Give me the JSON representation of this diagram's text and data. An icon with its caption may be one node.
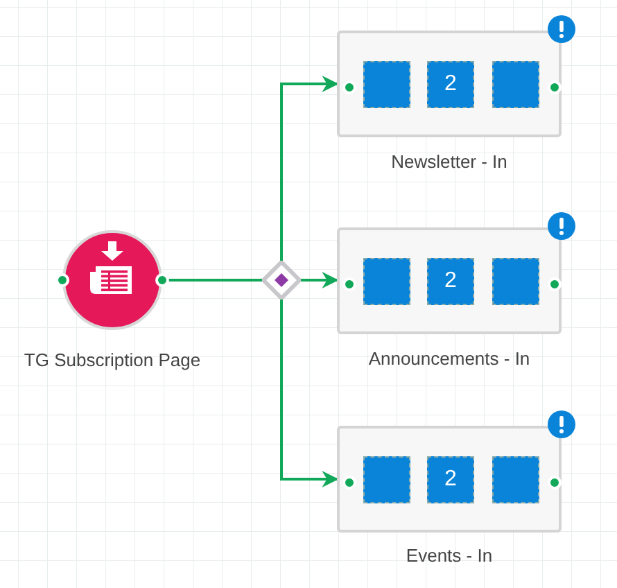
{
  "diagram": {
    "nodes": [
      {
        "text": [
          "TG Subscription Page"
        ]
      },
      {
        "text": [],
        "shape": "diamond"
      },
      {
        "text": [
          "Newsletter - In"
        ]
      },
      {
        "text": [],
        "shape": "box",
        "in": 2
      },
      {
        "text": [
          "2"
        ],
        "in": 2
      },
      {
        "text": [],
        "shape": "box",
        "in": 2
      },
      {
        "text": [
          "Announcements - In"
        ]
      },
      {
        "text": [],
        "shape": "box",
        "in": 6
      },
      {
        "text": [
          "2"
        ],
        "in": 6
      },
      {
        "text": [],
        "shape": "box",
        "in": 6
      },
      {
        "text": [
          "Events - In"
        ]
      },
      {
        "text": [],
        "shape": "box",
        "in": 10
      },
      {
        "text": [
          "2"
        ],
        "in": 10
      },
      {
        "text": [],
        "shape": "box",
        "in": 10
      }
    ],
    "edges": [
      {
        "from": 0,
        "to": 1,
        "arrow": "none"
      },
      {
        "from": 1,
        "to": 2,
        "arrow": "to"
      },
      {
        "from": 1,
        "to": 6,
        "arrow": "to"
      },
      {
        "from": 1,
        "to": 10,
        "arrow": "to"
      }
    ]
  }
}
